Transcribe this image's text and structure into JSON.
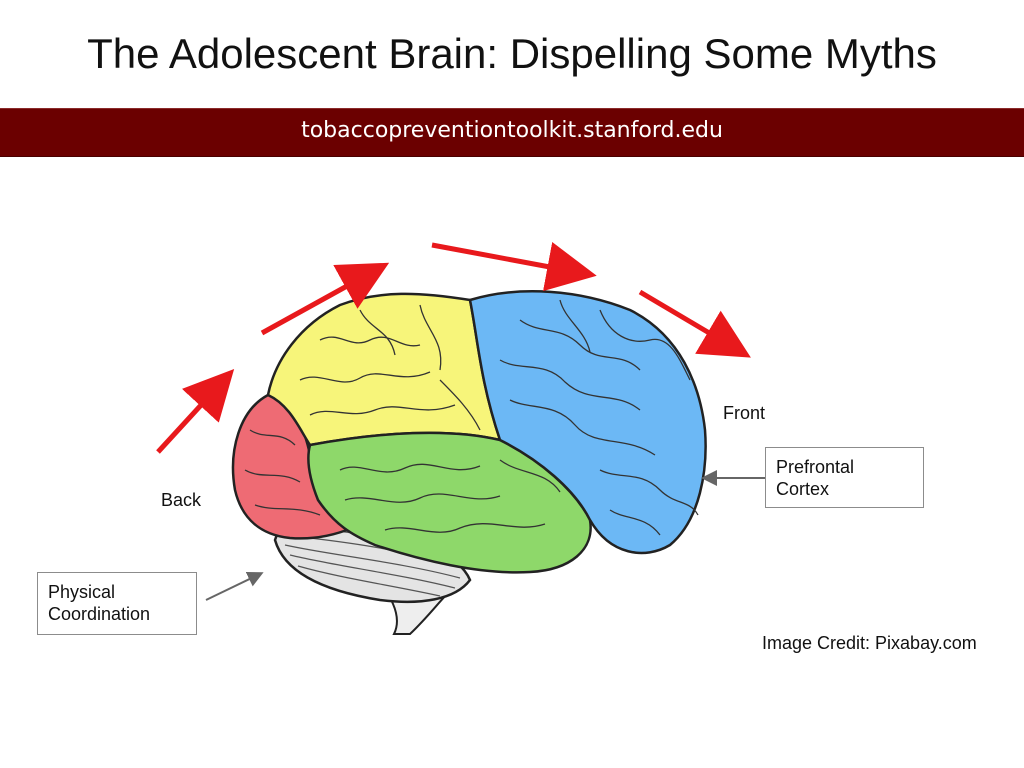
{
  "title": "The Adolescent Brain: Dispelling Some Myths",
  "banner": {
    "url": "tobaccopreventiontoolkit.stanford.edu",
    "color": "#6b0000"
  },
  "labels": {
    "front": "Front",
    "back": "Back"
  },
  "callouts": {
    "prefrontal": [
      "Prefrontal",
      "Cortex"
    ],
    "physical": [
      "Physical",
      "Coordination"
    ]
  },
  "credit": "Image Credit: Pixabay.com",
  "colors": {
    "frontal_lobe": "#6cb8f5",
    "parietal_lobe": "#f7f57a",
    "occipital_lobe": "#ee6b74",
    "temporal_lobe": "#8ed86a",
    "cerebellum": "#e4e4e4",
    "brain_stem": "#eeeeee",
    "arrows": "#e8191c"
  }
}
